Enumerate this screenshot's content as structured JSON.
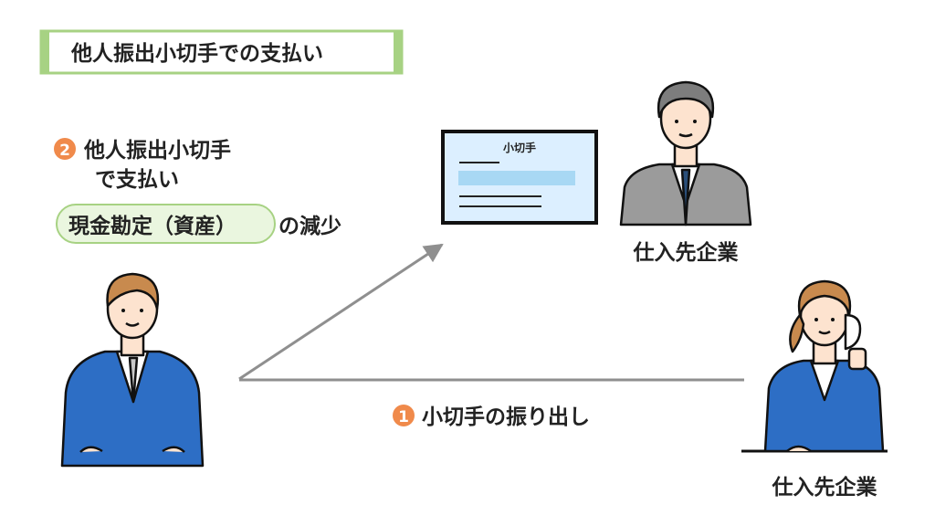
{
  "title": "他人振出小切手での支払い",
  "step2": {
    "number": "2",
    "line1": "他人振出小切手",
    "line2": "で支払い",
    "account": "現金勘定（資産）",
    "effect": "の減少"
  },
  "check": {
    "label": "小切手"
  },
  "supplier": {
    "label": "仕入先企業"
  },
  "other_company": {
    "label": "仕入先企業"
  },
  "step1": {
    "number": "1",
    "label": "小切手の振り出し"
  },
  "colors": {
    "accent_orange": "#f08a4b",
    "title_green": "#a7d283",
    "pill_fill": "#eaf6df",
    "check_blue": "#dcefff",
    "check_band": "#a8d8f4",
    "suit_blue": "#2d6ec5",
    "suit_gray": "#9b9b9b",
    "arrow_gray": "#8f8f8f"
  }
}
